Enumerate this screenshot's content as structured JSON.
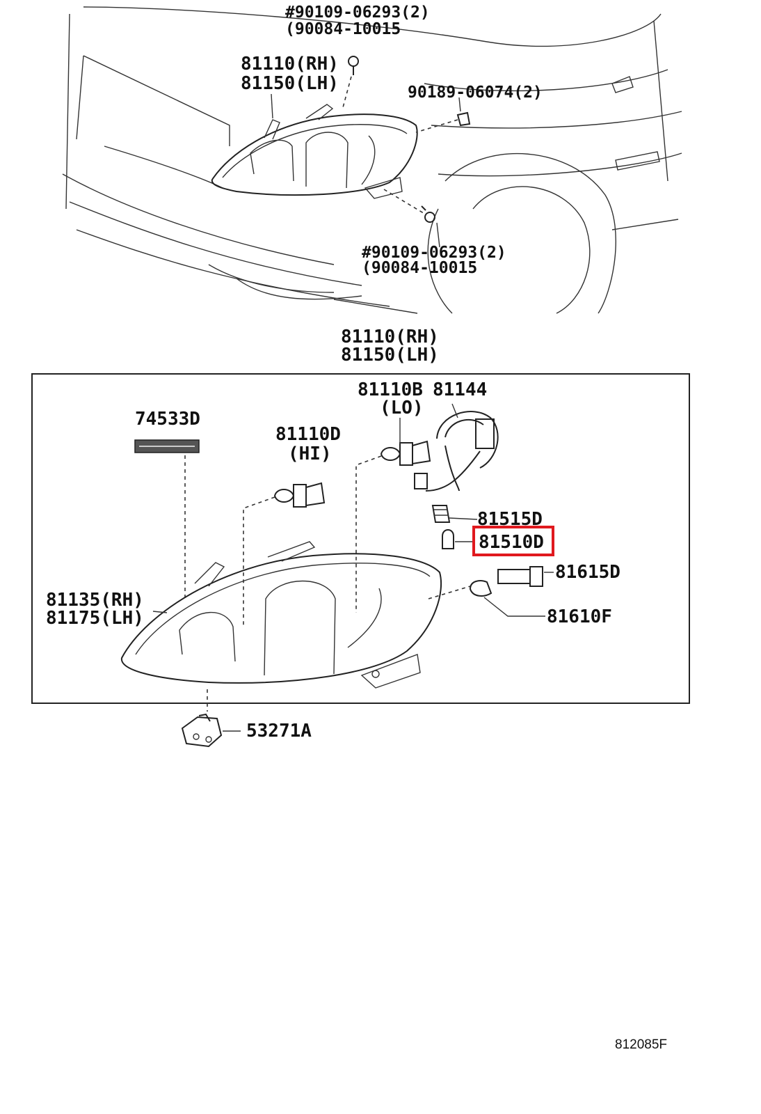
{
  "top": {
    "bolt_upper_a": "#90109-06293(2)",
    "bolt_upper_b": "(90084-10015",
    "headlamp_rh": "81110(RH)",
    "headlamp_lh": "81150(LH)",
    "clip": "90189-06074(2)",
    "bolt_lower_a": "#90109-06293(2)",
    "bolt_lower_b": "(90084-10015"
  },
  "assembly": {
    "title_rh": "81110(RH)",
    "title_lh": "81150(LH)",
    "parts": {
      "bulb_lo_code": "81110B",
      "bulb_lo_note": "(LO)",
      "socket_wire": "81144",
      "label_strip": "74533D",
      "bulb_hi_code": "81110D",
      "bulb_hi_note": "(HI)",
      "socket_small": "81515D",
      "bulb_small": "81510D",
      "socket_side": "81615D",
      "bulb_side": "81610F",
      "housing_rh": "81135(RH)",
      "housing_lh": "81175(LH)",
      "bracket": "53271A"
    }
  },
  "diagram_code": "812085F",
  "colors": {
    "highlight": "#e0191e",
    "line": "#222222"
  }
}
